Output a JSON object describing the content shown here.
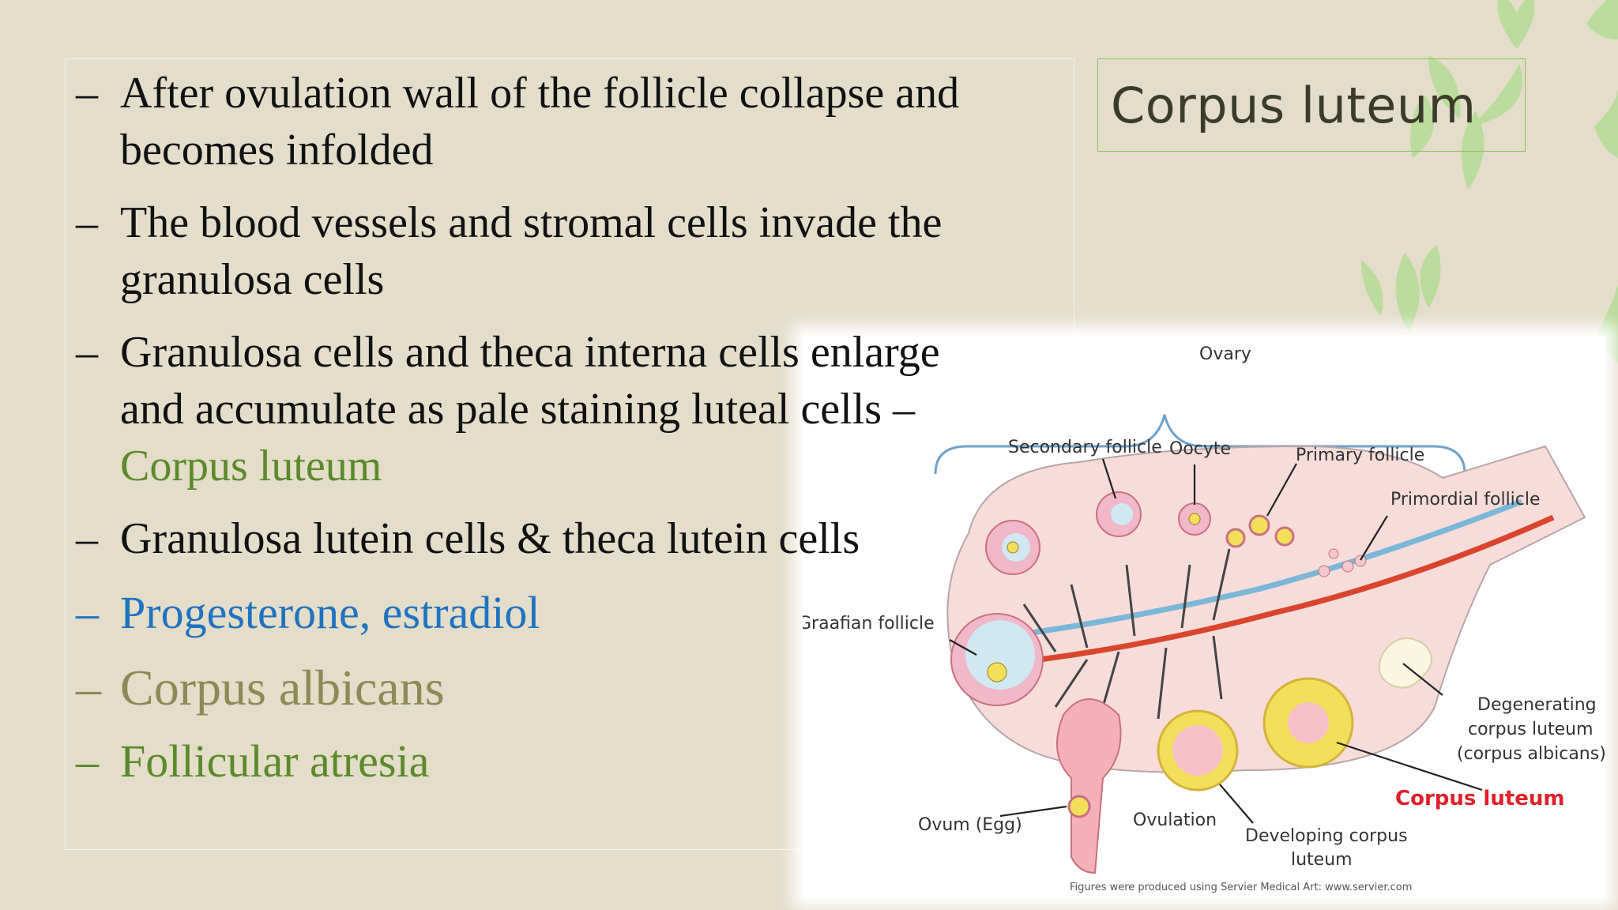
{
  "slide": {
    "title": "Corpus luteum",
    "bullets": [
      {
        "dash": "–",
        "lines": [
          "After ovulation wall of the follicle collapse and",
          "becomes infolded"
        ],
        "color": "#111111"
      },
      {
        "dash": "–",
        "lines": [
          "The blood vessels and stromal cells invade the",
          "granulosa cells"
        ],
        "color": "#111111"
      },
      {
        "dash": "–",
        "lines": [
          "Granulosa cells and theca interna cells enlarge",
          "and accumulate as pale staining luteal cells –"
        ],
        "highlight": "Corpus luteum",
        "color": "#111111",
        "highlight_color": "#5a8a2c"
      },
      {
        "dash": "–",
        "lines": [
          "Granulosa lutein cells & theca lutein cells"
        ],
        "color": "#111111"
      },
      {
        "dash": "–",
        "lines": [
          "Progesterone, estradiol"
        ],
        "color": "#1f73c0"
      },
      {
        "dash": "–",
        "lines": [
          "Corpus albicans"
        ],
        "color": "#8c8a58"
      },
      {
        "dash": "–",
        "lines": [
          "Follicular atresia"
        ],
        "color": "#5a8a2c"
      }
    ]
  },
  "diagram": {
    "labels": {
      "ovary": "Ovary",
      "secondary_follicle": "Secondary follicle",
      "oocyte": "Oocyte",
      "primary_follicle": "Primary follicle",
      "primordial_follicle": "Primordial follicle",
      "graafian_follicle": "Graafian follicle",
      "degenerating_1": "Degenerating",
      "degenerating_2": "corpus luteum",
      "degenerating_3": "(corpus albicans)",
      "corpus_luteum": "Corpus luteum",
      "ovum": "Ovum (Egg)",
      "ovulation": "Ovulation",
      "developing_1": "Developing corpus",
      "developing_2": "luteum",
      "credit": "Figures were produced using Servier Medical Art: www.servier.com"
    },
    "colors": {
      "corpus_luteum_label": "#e0202a",
      "ovary_fill": "#f8dcda",
      "vein": "#7ab7d8",
      "artery": "#d9452d",
      "yellow": "#f2e05a"
    }
  },
  "decor": {
    "leaf_color": "#a6d48a"
  }
}
